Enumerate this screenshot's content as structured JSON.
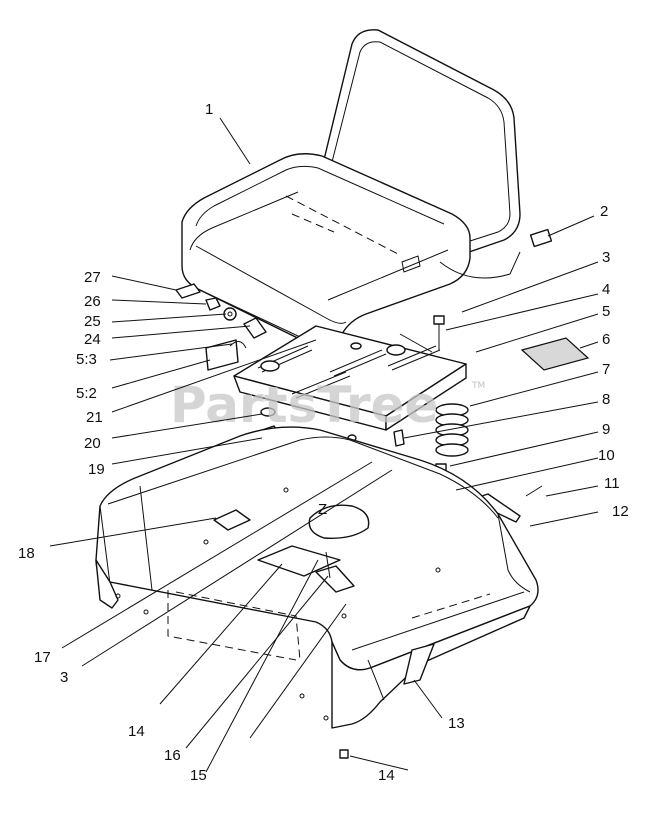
{
  "watermark": {
    "text": "PartsTree",
    "trademark": "TM"
  },
  "callouts": {
    "c1": "1",
    "c2": "2",
    "c3a": "3",
    "c4": "4",
    "c5": "5",
    "c6": "6",
    "c7": "7",
    "c8": "8",
    "c9": "9",
    "c10": "10",
    "c11": "11",
    "c12": "12",
    "c13": "13",
    "c14a": "14",
    "c15": "15",
    "c16": "16",
    "c17": "17",
    "c3b": "3",
    "c18": "18",
    "c19": "19",
    "c20": "20",
    "c21": "21",
    "c52": "5:2",
    "c53": "5:3",
    "c24": "24",
    "c25": "25",
    "c26": "26",
    "c27": "27",
    "c14b": "14",
    "z": "Z"
  }
}
